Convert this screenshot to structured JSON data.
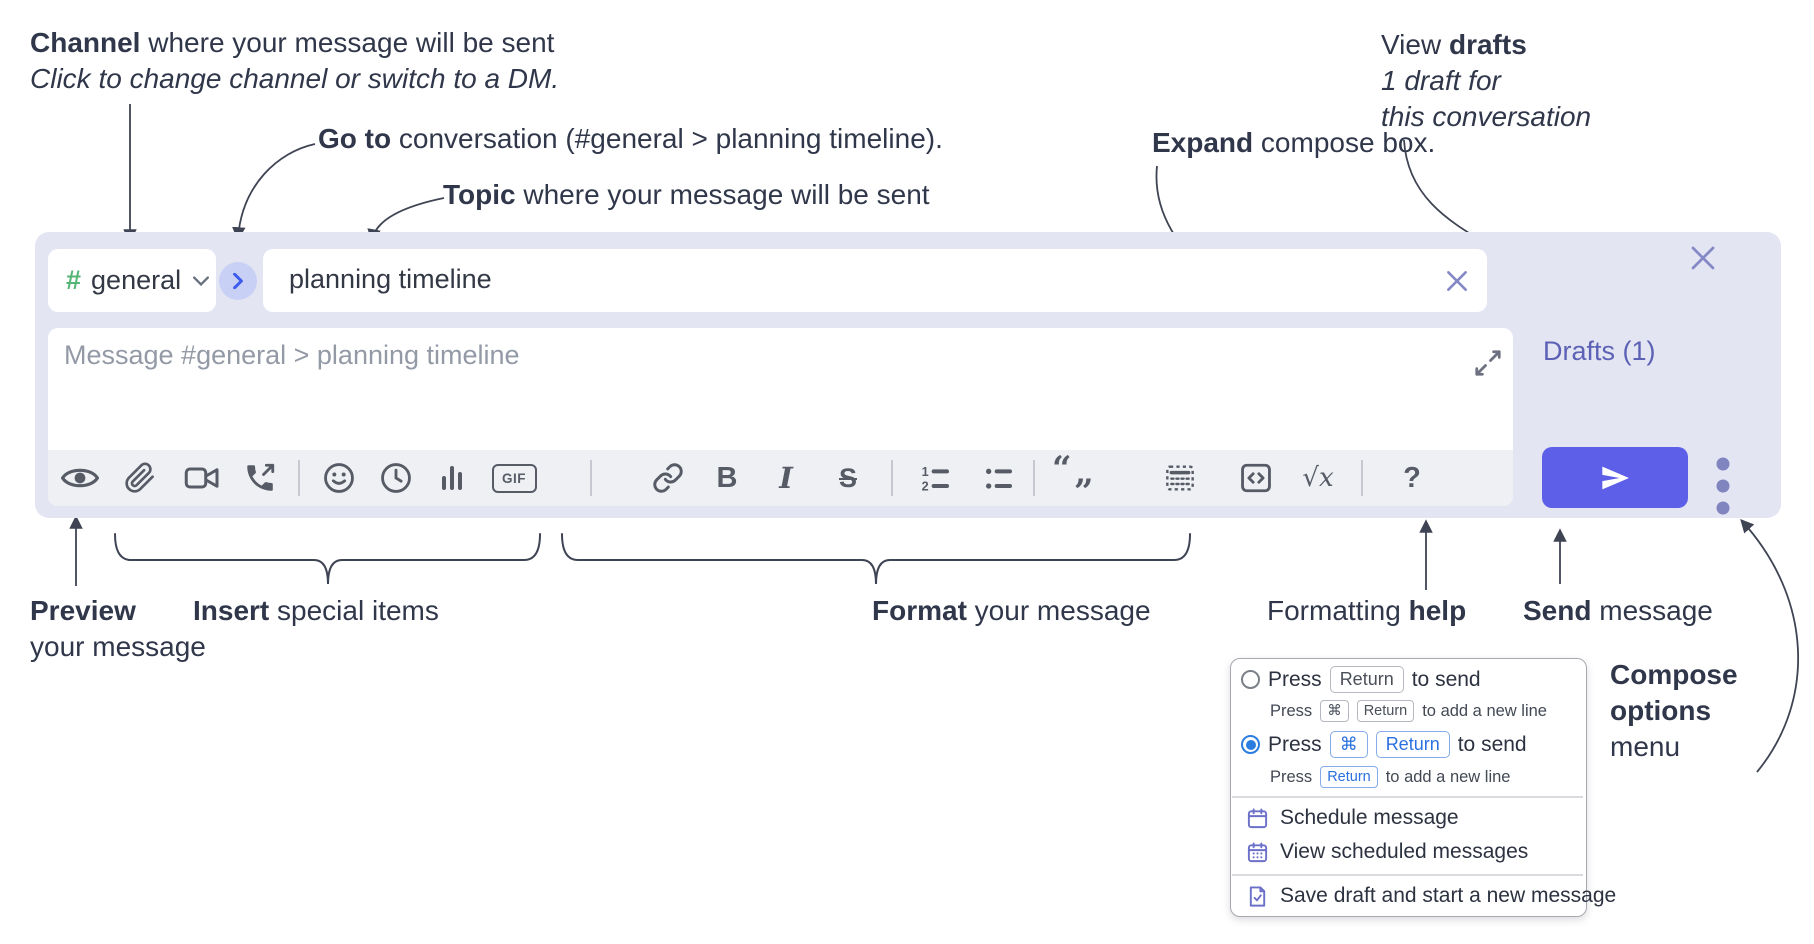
{
  "annotations": {
    "channel_line1_bold": "Channel",
    "channel_line1_rest": " where your message will be sent",
    "channel_line2": "Click to change channel or switch to a DM.",
    "goto_bold": "Go to",
    "goto_rest": " conversation (#general > planning timeline).",
    "topic_bold": "Topic",
    "topic_rest": " where your message will be sent",
    "expand_bold": "Expand",
    "expand_rest": " compose box.",
    "drafts_line1_pre": "View ",
    "drafts_line1_bold": "drafts",
    "drafts_line2": "1 draft for",
    "drafts_line3": "this conversation",
    "preview_bold": "Preview",
    "preview_line2": "your message",
    "insert_bold": "Insert",
    "insert_rest": " special items",
    "format_bold": "Format",
    "format_rest": " your message",
    "help_pre": "Formatting ",
    "help_bold": "help",
    "send_bold": "Send",
    "send_rest": " message",
    "compose_options_line1": "Compose",
    "compose_options_line2": "options",
    "compose_options_line3": "menu"
  },
  "compose": {
    "channel_hash": "#",
    "channel_name": "general",
    "topic_value": "planning timeline",
    "message_placeholder": "Message #general > planning timeline",
    "drafts_link": "Drafts (1)"
  },
  "toolbar": {
    "gif_label": "GIF",
    "bold_glyph": "B",
    "italic_glyph": "I",
    "strike_glyph": "S",
    "quote_glyph_open": "“",
    "quote_glyph_close": "„",
    "math_glyph": "√x",
    "help_glyph": "?"
  },
  "menu": {
    "option1": {
      "press": "Press",
      "key1": "Return",
      "suffix": "to send",
      "sub_press": "Press",
      "sub_key1": "⌘",
      "sub_key2": "Return",
      "sub_suffix": "to add a new line"
    },
    "option2": {
      "press": "Press",
      "key1": "⌘",
      "key2": "Return",
      "suffix": "to send",
      "sub_press": "Press",
      "sub_key1": "Return",
      "sub_suffix": "to add a new line"
    },
    "schedule": "Schedule message",
    "view_scheduled": "View scheduled messages",
    "save_draft": "Save draft and start a new message"
  },
  "colors": {
    "compose_bg": "#e3e5f2",
    "send_button": "#5d5fe8",
    "drafts_link": "#5c61b5",
    "channel_hash_green": "#54b575",
    "accent_blue_key": "#2b70e0",
    "menu_icon_purple": "#6b70c9",
    "annotation_text": "#30374a",
    "toolbar_icon": "#565b66",
    "next_button_bg": "#c9d0f6",
    "next_button_chevron": "#3b5bee"
  }
}
